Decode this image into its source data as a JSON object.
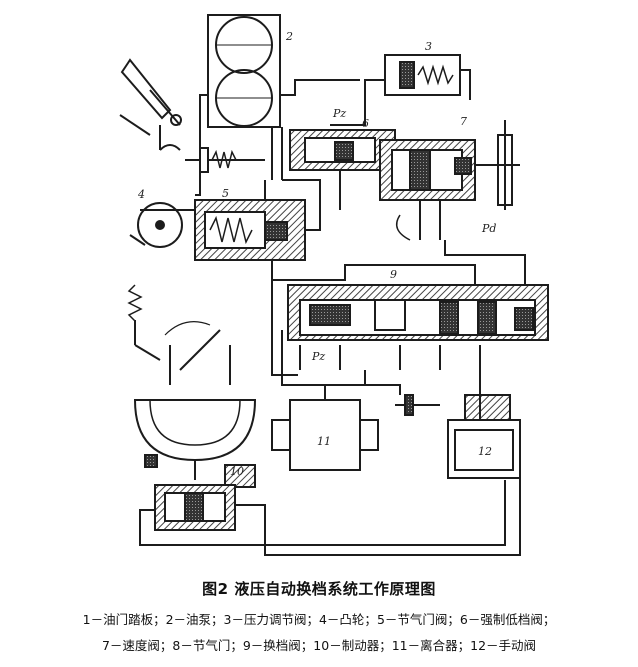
{
  "figure": {
    "title": "图2   液压自动换档系统工作原理图",
    "legend_line1": "1－油门踏板；2－油泵；3－压力调节阀；4－凸轮；5－节气门阀；6－强制低档阀；",
    "legend_line2": "7－速度阀；8－节气门；9－换档阀；10－制动器；11－离合器；12－手动阀"
  },
  "labels": {
    "n2": "2",
    "n3": "3",
    "n4": "4",
    "n5": "5",
    "n6": "6",
    "n7": "7",
    "n9": "9",
    "n10": "10",
    "n11": "11",
    "n12": "12",
    "pz": "Pz",
    "pd": "Pd",
    "pz2": "Pz"
  },
  "colors": {
    "line": "#1c1c1c",
    "hatch": "#555555",
    "background": "#ffffff"
  }
}
